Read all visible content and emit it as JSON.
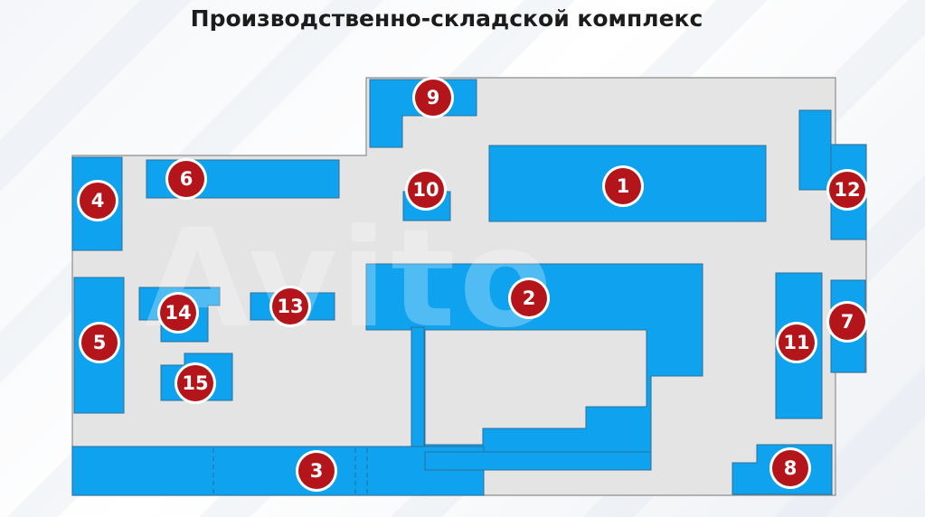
{
  "title": "Производственно-складской комплекс",
  "watermark": "Avito",
  "colors": {
    "zone": "#0fa3ef",
    "floor": "#e4e4e4",
    "marker": "#b3151b"
  },
  "markers": [
    "1",
    "2",
    "3",
    "4",
    "5",
    "6",
    "7",
    "8",
    "9",
    "10",
    "11",
    "12",
    "13",
    "14",
    "15"
  ]
}
